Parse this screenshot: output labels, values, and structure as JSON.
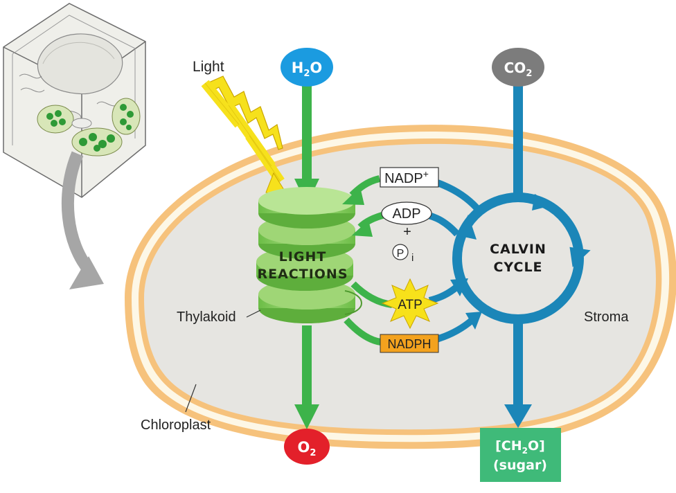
{
  "labels": {
    "light": "Light",
    "thylakoid": "Thylakoid",
    "chloroplast": "Chloroplast",
    "stroma": "Stroma",
    "light_reactions_1": "LIGHT",
    "light_reactions_2": "REACTIONS",
    "calvin_1": "CALVIN",
    "calvin_2": "CYCLE",
    "nadp": "NADP",
    "nadp_sup": "+",
    "adp": "ADP",
    "plus": "+",
    "pi": "P",
    "pi_sub": "i",
    "atp": "ATP",
    "nadph": "NADPH",
    "h2o_a": "H",
    "h2o_sub": "2",
    "h2o_b": "O",
    "co2_a": "CO",
    "co2_sub": "2",
    "o2_a": "O",
    "o2_sub": "2",
    "sugar_a": "[CH",
    "sugar_sub": "2",
    "sugar_b": "O]",
    "sugar_line2": "(sugar)"
  },
  "colors": {
    "green_arrow": "#3db34a",
    "blue_arrow": "#1b86b8",
    "h2o": "#1b9be0",
    "co2": "#7c7c7c",
    "o2": "#e3202a",
    "sugar": "#3fba79",
    "stroma": "#e6e5e1",
    "envelope": "#f6c27c",
    "atp_star": "#f7e11b",
    "nadph_box": "#f3a21e",
    "lightning": "#f6e11c",
    "thylakoid": "#8ccf5e"
  }
}
